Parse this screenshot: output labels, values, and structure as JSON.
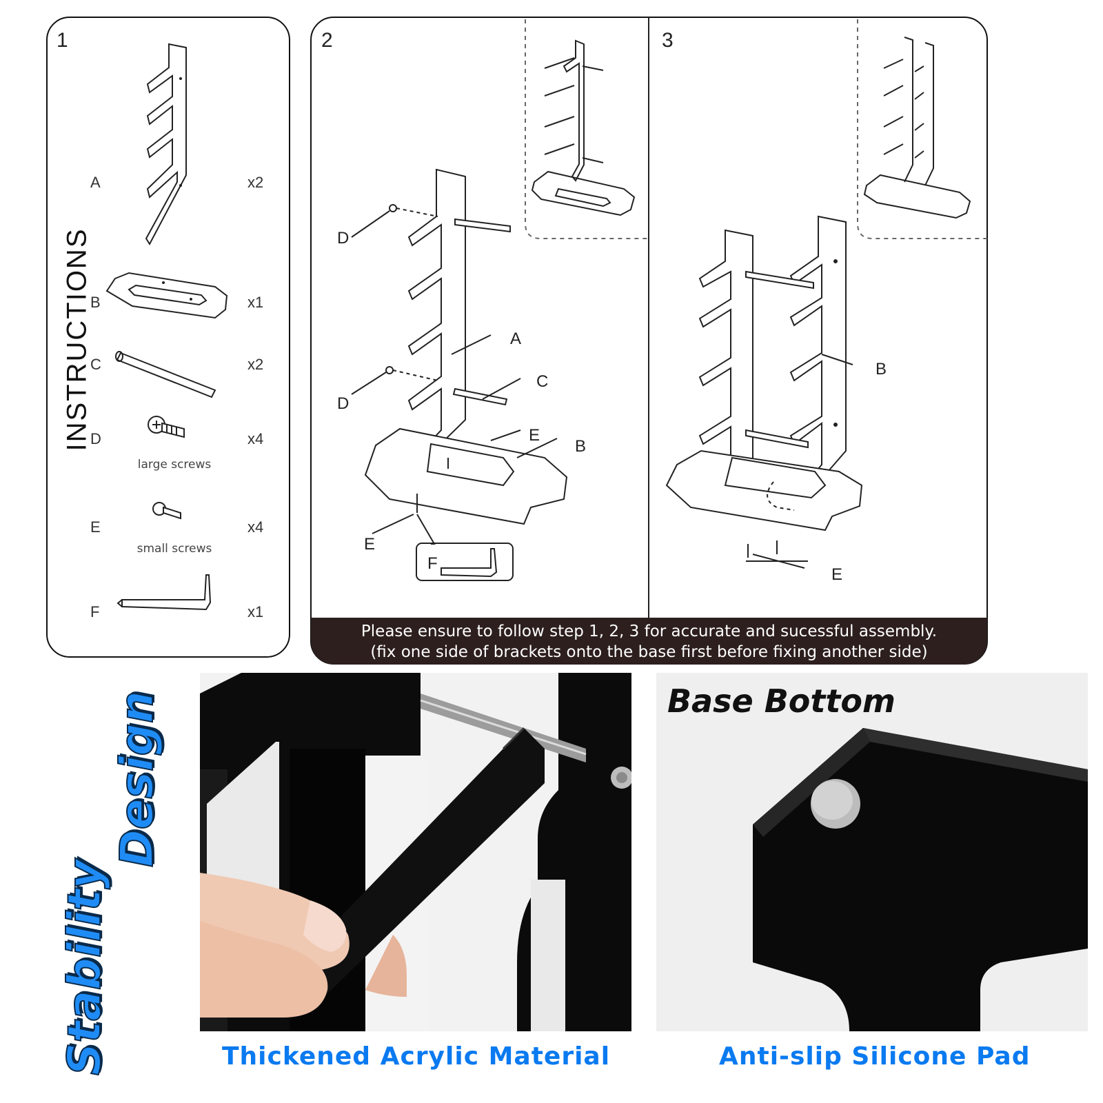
{
  "instructions": {
    "title": "INSTRUCTIONS",
    "step1": {
      "number": "1",
      "parts": [
        {
          "letter": "A",
          "qty": "x2",
          "caption": ""
        },
        {
          "letter": "B",
          "qty": "x1",
          "caption": ""
        },
        {
          "letter": "C",
          "qty": "x2",
          "caption": ""
        },
        {
          "letter": "D",
          "qty": "x4",
          "caption": "large screws"
        },
        {
          "letter": "E",
          "qty": "x4",
          "caption": "small screws"
        },
        {
          "letter": "F",
          "qty": "x1",
          "caption": ""
        }
      ]
    },
    "step2": {
      "number": "2",
      "labels": {
        "d1": "D",
        "d2": "D",
        "a": "A",
        "c": "C",
        "e": "E",
        "b": "B",
        "e2": "E",
        "f": "F"
      }
    },
    "step3": {
      "number": "3",
      "labels": {
        "b": "B",
        "e": "E"
      }
    },
    "note_line1": "Please ensure to follow step 1, 2, 3 for accurate and sucessful assembly.",
    "note_line2": "(fix one side of brackets onto the base first before fixing another side)"
  },
  "features": {
    "side_title_1": "Stability",
    "side_title_2": "Design",
    "left_caption": "Thickened Acrylic Material",
    "right_title": "Base Bottom",
    "right_caption": "Anti-slip Silicone Pad"
  },
  "colors": {
    "banner": "#2d1f1e",
    "accent_blue": "#0a7af0",
    "acrylic_black": "#0c0c0c"
  }
}
